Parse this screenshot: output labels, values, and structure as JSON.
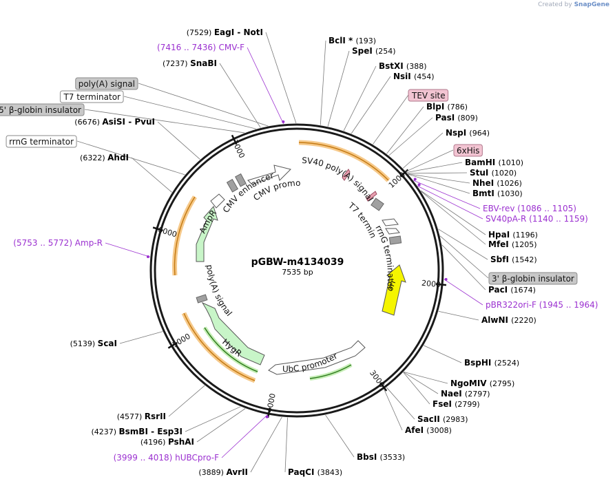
{
  "watermark": {
    "created_by": "Created by",
    "brand": "SnapGene"
  },
  "plasmid": {
    "name": "pGBW-m4134039",
    "size_label": "7535 bp",
    "length": 7535
  },
  "colors": {
    "primer": "#9b30d0",
    "enzyme": "#000000",
    "feature_arrow": "#f2a43a",
    "amp": "#c8f5c8",
    "ori": "#f5f500"
  },
  "ticks": [
    {
      "label": "1000",
      "bp": 1000
    },
    {
      "label": "2000",
      "bp": 2000
    },
    {
      "label": "3000",
      "bp": 3000
    },
    {
      "label": "4000",
      "bp": 4000
    },
    {
      "label": "5000",
      "bp": 5000
    },
    {
      "label": "6000",
      "bp": 6000
    },
    {
      "label": "7000",
      "bp": 7000
    }
  ],
  "enzymes": [
    {
      "name": "EagI",
      "name2": "NotI",
      "pos": "7529"
    },
    {
      "name": "SnaBI",
      "pos": "7237"
    },
    {
      "name": "AsiSI",
      "name2": "PvuI",
      "pos": "6676"
    },
    {
      "name": "AhdI",
      "pos": "6322"
    },
    {
      "name": "ScaI",
      "pos": "5139"
    },
    {
      "name": "RsrII",
      "pos": "4577"
    },
    {
      "name": "BsmBI",
      "name2": "Esp3I",
      "pos": "4237"
    },
    {
      "name": "PshAI",
      "pos": "4196"
    },
    {
      "name": "AvrII",
      "pos": "3889"
    },
    {
      "name": "PaqCI",
      "pos": "3843"
    },
    {
      "name": "BbsI",
      "pos": "3533"
    },
    {
      "name": "AfeI",
      "pos": "3008"
    },
    {
      "name": "SacII",
      "pos": "2983"
    },
    {
      "name": "FseI",
      "pos": "2799"
    },
    {
      "name": "NaeI",
      "pos": "2797"
    },
    {
      "name": "NgoMIV",
      "pos": "2795"
    },
    {
      "name": "BspHI",
      "pos": "2524"
    },
    {
      "name": "AlwNI",
      "pos": "2220"
    },
    {
      "name": "PacI",
      "pos": "1674"
    },
    {
      "name": "SbfI",
      "pos": "1542"
    },
    {
      "name": "MfeI",
      "pos": "1205"
    },
    {
      "name": "HpaI",
      "pos": "1196"
    },
    {
      "name": "BmtI",
      "pos": "1030"
    },
    {
      "name": "NheI",
      "pos": "1026"
    },
    {
      "name": "StuI",
      "pos": "1020"
    },
    {
      "name": "BamHI",
      "pos": "1010"
    },
    {
      "name": "NspI",
      "pos": "964"
    },
    {
      "name": "PasI",
      "pos": "809"
    },
    {
      "name": "BlpI",
      "pos": "786"
    },
    {
      "name": "NsiI",
      "pos": "454"
    },
    {
      "name": "BstXI",
      "pos": "388"
    },
    {
      "name": "SpeI",
      "pos": "254"
    },
    {
      "name": "BclI *",
      "pos": "193"
    }
  ],
  "primers": [
    {
      "name": "CMV-F",
      "range": "(7416 .. 7436)"
    },
    {
      "name": "Amp-R",
      "range": "(5753 .. 5772)"
    },
    {
      "name": "hUBCpro-F",
      "range": "(3999 .. 4018)"
    },
    {
      "name": "pBR322ori-F",
      "range": "(1945 .. 1964)"
    },
    {
      "name": "SV40pA-R",
      "range": "(1140 .. 1159)"
    },
    {
      "name": "EBV-rev",
      "range": "(1086 .. 1105)"
    }
  ],
  "boxed_features": [
    {
      "label": "poly(A) signal",
      "style": "gray"
    },
    {
      "label": "T7 terminator",
      "style": "white"
    },
    {
      "label": "5' β-globin insulator",
      "style": "gray"
    },
    {
      "label": "rrnG terminator",
      "style": "white"
    },
    {
      "label": "TEV site",
      "style": "pink"
    },
    {
      "label": "6xHis",
      "style": "pink"
    },
    {
      "label": "3' β-globin insulator",
      "style": "gray"
    }
  ],
  "inner_labels": {
    "cmv_enhancer": "CMV enhancer",
    "cmv_promoter": "CMV promoter",
    "sv40": "SV40 poly(A) signal",
    "t7": "T7 terminator",
    "rrng": "rrnG terminator",
    "ori": "ori",
    "ampr": "AmpR",
    "polya": "poly(A) signal",
    "hygr": "HygR",
    "ubc": "UbC promoter"
  }
}
